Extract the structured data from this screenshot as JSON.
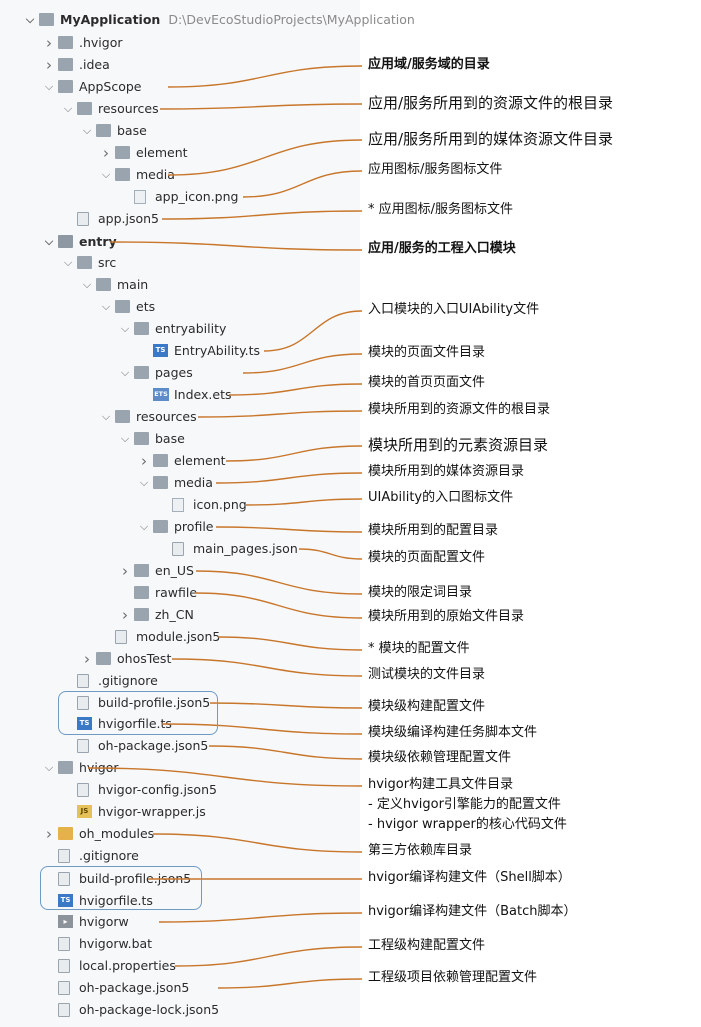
{
  "project": {
    "name": "MyApplication",
    "path": "D:\\DevEcoStudioProjects\\MyApplication"
  },
  "tree": [
    {
      "label": "MyApplication",
      "level": 0,
      "arrow": "down",
      "icon": "folder",
      "bold": true
    },
    {
      "label": ".hvigor",
      "level": 1,
      "arrow": "right",
      "icon": "folder"
    },
    {
      "label": ".idea",
      "level": 1,
      "arrow": "right",
      "icon": "folder"
    },
    {
      "label": "AppScope",
      "level": 1,
      "arrow": "down",
      "icon": "folder"
    },
    {
      "label": "resources",
      "level": 2,
      "arrow": "down",
      "icon": "folder"
    },
    {
      "label": "base",
      "level": 3,
      "arrow": "down",
      "icon": "folder"
    },
    {
      "label": "element",
      "level": 4,
      "arrow": "right",
      "icon": "folder"
    },
    {
      "label": "media",
      "level": 4,
      "arrow": "down",
      "icon": "folder"
    },
    {
      "label": "app_icon.png",
      "level": 5,
      "arrow": "",
      "icon": "image"
    },
    {
      "label": "app.json5",
      "level": 2,
      "arrow": "",
      "icon": "file"
    },
    {
      "label": "entry",
      "level": 1,
      "arrow": "down",
      "icon": "module",
      "bold": true
    },
    {
      "label": "src",
      "level": 2,
      "arrow": "down",
      "icon": "folder"
    },
    {
      "label": "main",
      "level": 3,
      "arrow": "down",
      "icon": "folder"
    },
    {
      "label": "ets",
      "level": 4,
      "arrow": "down",
      "icon": "folder"
    },
    {
      "label": "entryability",
      "level": 5,
      "arrow": "down",
      "icon": "folder"
    },
    {
      "label": "EntryAbility.ts",
      "level": 6,
      "arrow": "",
      "icon": "ts"
    },
    {
      "label": "pages",
      "level": 5,
      "arrow": "down",
      "icon": "folder"
    },
    {
      "label": "Index.ets",
      "level": 6,
      "arrow": "",
      "icon": "ets"
    },
    {
      "label": "resources",
      "level": 4,
      "arrow": "down",
      "icon": "folder"
    },
    {
      "label": "base",
      "level": 5,
      "arrow": "down",
      "icon": "folder"
    },
    {
      "label": "element",
      "level": 6,
      "arrow": "right",
      "icon": "folder"
    },
    {
      "label": "media",
      "level": 6,
      "arrow": "down",
      "icon": "folder"
    },
    {
      "label": "icon.png",
      "level": 7,
      "arrow": "",
      "icon": "image"
    },
    {
      "label": "profile",
      "level": 6,
      "arrow": "down",
      "icon": "folder"
    },
    {
      "label": "main_pages.json",
      "level": 7,
      "arrow": "",
      "icon": "file"
    },
    {
      "label": "en_US",
      "level": 5,
      "arrow": "right",
      "icon": "folder"
    },
    {
      "label": "rawfile",
      "level": 5,
      "arrow": "",
      "icon": "folder"
    },
    {
      "label": "zh_CN",
      "level": 5,
      "arrow": "right",
      "icon": "folder"
    },
    {
      "label": "module.json5",
      "level": 4,
      "arrow": "",
      "icon": "file"
    },
    {
      "label": "ohosTest",
      "level": 3,
      "arrow": "right",
      "icon": "folder"
    },
    {
      "label": ".gitignore",
      "level": 2,
      "arrow": "",
      "icon": "file"
    },
    {
      "label": "build-profile.json5",
      "level": 2,
      "arrow": "",
      "icon": "file"
    },
    {
      "label": "hvigorfile.ts",
      "level": 2,
      "arrow": "",
      "icon": "ts"
    },
    {
      "label": "oh-package.json5",
      "level": 2,
      "arrow": "",
      "icon": "file"
    },
    {
      "label": "hvigor",
      "level": 1,
      "arrow": "down",
      "icon": "folder"
    },
    {
      "label": "hvigor-config.json5",
      "level": 2,
      "arrow": "",
      "icon": "file"
    },
    {
      "label": "hvigor-wrapper.js",
      "level": 2,
      "arrow": "",
      "icon": "js"
    },
    {
      "label": "oh_modules",
      "level": 1,
      "arrow": "right",
      "icon": "yellow"
    },
    {
      "label": ".gitignore",
      "level": 1,
      "arrow": "",
      "icon": "file"
    },
    {
      "label": "build-profile.json5",
      "level": 1,
      "arrow": "",
      "icon": "file"
    },
    {
      "label": "hvigorfile.ts",
      "level": 1,
      "arrow": "",
      "icon": "ts"
    },
    {
      "label": "hvigorw",
      "level": 1,
      "arrow": "",
      "icon": "shell"
    },
    {
      "label": "hvigorw.bat",
      "level": 1,
      "arrow": "",
      "icon": "file"
    },
    {
      "label": "local.properties",
      "level": 1,
      "arrow": "",
      "icon": "file"
    },
    {
      "label": "oh-package.json5",
      "level": 1,
      "arrow": "",
      "icon": "file"
    },
    {
      "label": "oh-package-lock.json5",
      "level": 1,
      "arrow": "",
      "icon": "file"
    }
  ],
  "annotations": [
    {
      "text": "应用域/服务域的目录",
      "row": 3,
      "style": "bold"
    },
    {
      "text": "应用/服务所用到的资源文件的根目录",
      "row": 4,
      "style": "big"
    },
    {
      "text": "应用/服务所用到的媒体资源文件目录",
      "row": 7,
      "style": "big"
    },
    {
      "text": "应用图标/服务图标文件",
      "row": 8,
      "style": "normal"
    },
    {
      "text": "* 应用图标/服务图标文件",
      "row": 9,
      "style": "normal"
    },
    {
      "text": "应用/服务的工程入口模块",
      "row": 10,
      "style": "bold"
    },
    {
      "text": "入口模块的入口UIAbility文件",
      "row": 15,
      "style": "normal"
    },
    {
      "text": "模块的页面文件目录",
      "row": 16,
      "style": "normal"
    },
    {
      "text": "模块的首页页面文件",
      "row": 17,
      "style": "normal"
    },
    {
      "text": "模块所用到的资源文件的根目录",
      "row": 18,
      "style": "normal"
    },
    {
      "text": "模块所用到的元素资源目录",
      "row": 20,
      "style": "big"
    },
    {
      "text": "模块所用到的媒体资源目录",
      "row": 21,
      "style": "normal"
    },
    {
      "text": "UIAbility的入口图标文件",
      "row": 22,
      "style": "normal"
    },
    {
      "text": "模块所用到的配置目录",
      "row": 23,
      "style": "normal"
    },
    {
      "text": "模块的页面配置文件",
      "row": 24,
      "style": "normal"
    },
    {
      "text": "模块的限定词目录",
      "row": 25,
      "style": "normal"
    },
    {
      "text": "模块所用到的原始文件目录",
      "row": 26,
      "style": "normal"
    },
    {
      "text": "* 模块的配置文件",
      "row": 28,
      "style": "normal"
    },
    {
      "text": "测试模块的文件目录",
      "row": 29,
      "style": "normal"
    },
    {
      "text": "模块级构建配置文件",
      "row": 31,
      "style": "normal"
    },
    {
      "text": "模块级编译构建任务脚本文件",
      "row": 32,
      "style": "normal"
    },
    {
      "text": "模块级依赖管理配置文件",
      "row": 33,
      "style": "normal"
    },
    {
      "text": "hvigor构建工具文件目录",
      "row": 34,
      "style": "normal"
    },
    {
      "text": "- 定义hvigor引擎能力的配置文件",
      "row": 35,
      "style": "normal"
    },
    {
      "text": "- hvigor wrapper的核心代码文件",
      "row": 36,
      "style": "normal"
    },
    {
      "text": "第三方依赖库目录",
      "row": 37,
      "style": "normal"
    },
    {
      "text": "hvigor编译构建文件（Shell脚本）",
      "row": 39,
      "style": "normal"
    },
    {
      "text": "hvigor编译构建文件（Batch脚本）",
      "row": 41,
      "style": "normal"
    },
    {
      "text": "工程级构建配置文件",
      "row": 43,
      "style": "normal"
    },
    {
      "text": "工程级项目依赖管理配置文件",
      "row": 44,
      "style": "normal"
    }
  ],
  "colors": {
    "connector": "#c8762a",
    "highlight_box": "#6f9ac4",
    "tree_background": "#f7f8fa"
  }
}
